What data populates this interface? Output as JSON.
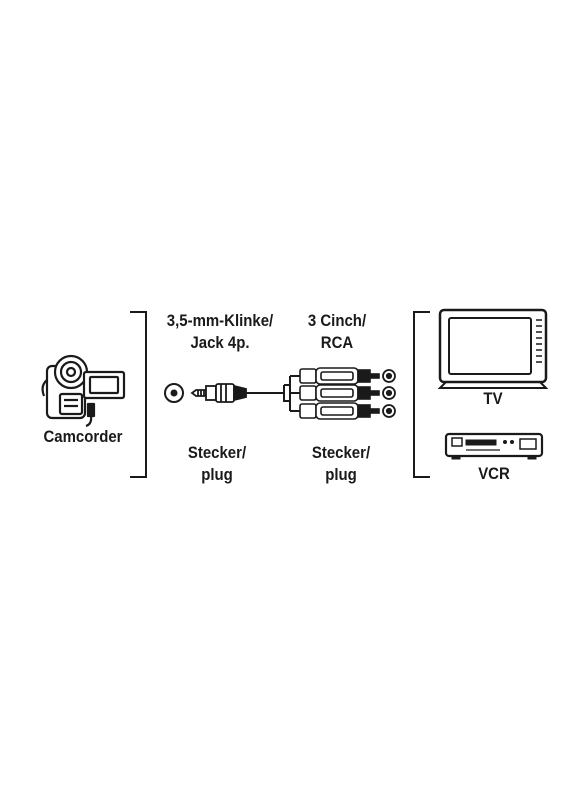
{
  "devices": {
    "camcorder": {
      "label": "Camcorder",
      "icon": "camcorder-icon"
    },
    "tv": {
      "label": "TV",
      "icon": "tv-icon"
    },
    "vcr": {
      "label": "VCR",
      "icon": "vcr-icon"
    }
  },
  "connectors": {
    "jack": {
      "line1": "3,5-mm-Klinke/",
      "line2": "Jack 4p.",
      "icon": "jack-plug-icon"
    },
    "rca": {
      "line1": "3 Cinch/",
      "line2": "RCA",
      "icon": "rca-plug-icon"
    }
  },
  "plug_labels": {
    "jack": {
      "line1": "Stecker/",
      "line2": "plug"
    },
    "rca": {
      "line1": "Stecker/",
      "line2": "plug"
    }
  },
  "colors": {
    "ink": "#1a1a1a",
    "background": "#ffffff"
  }
}
